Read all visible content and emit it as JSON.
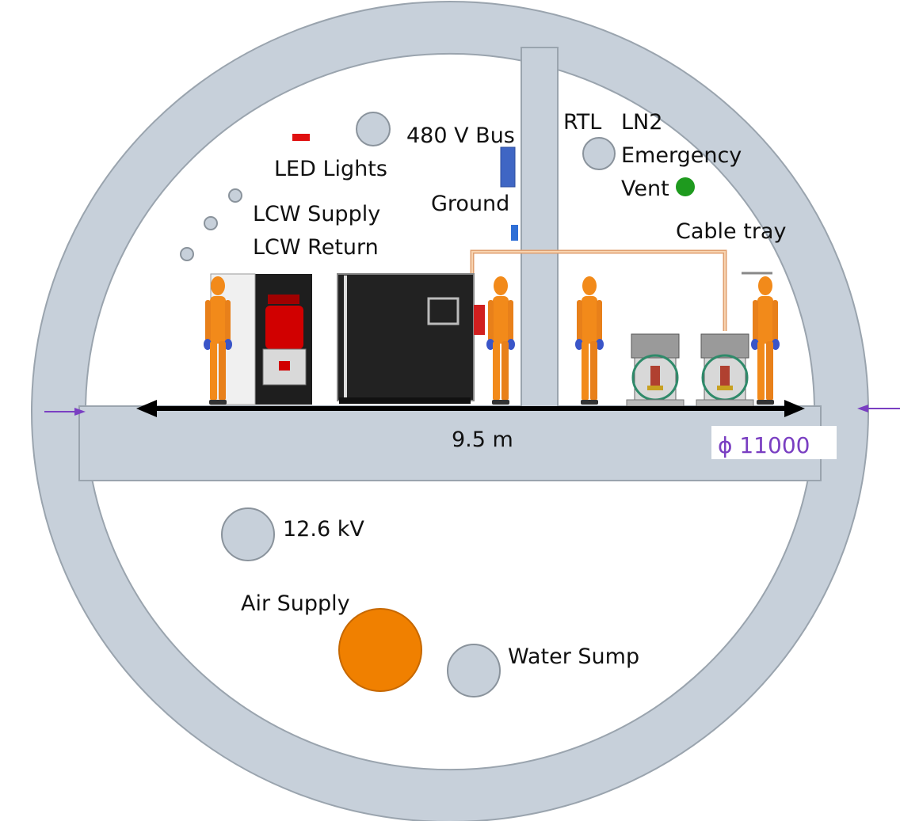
{
  "labels": {
    "led_lights": "LED Lights",
    "bus_480v": "480 V Bus",
    "ground": "Ground",
    "rtl": "RTL",
    "ln2": "LN2",
    "emergency": "Emergency",
    "vent": "Vent",
    "cable_tray": "Cable tray",
    "lcw_supply": "LCW Supply",
    "lcw_return": "LCW Return",
    "kv_12_6": "12.6 kV",
    "air_supply": "Air Supply",
    "water_sump": "Water Sump"
  },
  "dimensions": {
    "floor_width": "9.5 m",
    "diameter": "ϕ  11000"
  },
  "colors": {
    "tunnel_wall": "#c7d0da",
    "tunnel_wall_stroke": "#9aa4ae",
    "air_supply": "#f08000",
    "vent": "#1e9a1e",
    "bus_480v": "#3f66c4",
    "led_lights": "#e01010",
    "dimension": "#7a3fc2",
    "person": "#f28a1a",
    "gloves": "#3a55c8",
    "cable": "#e0a070"
  }
}
